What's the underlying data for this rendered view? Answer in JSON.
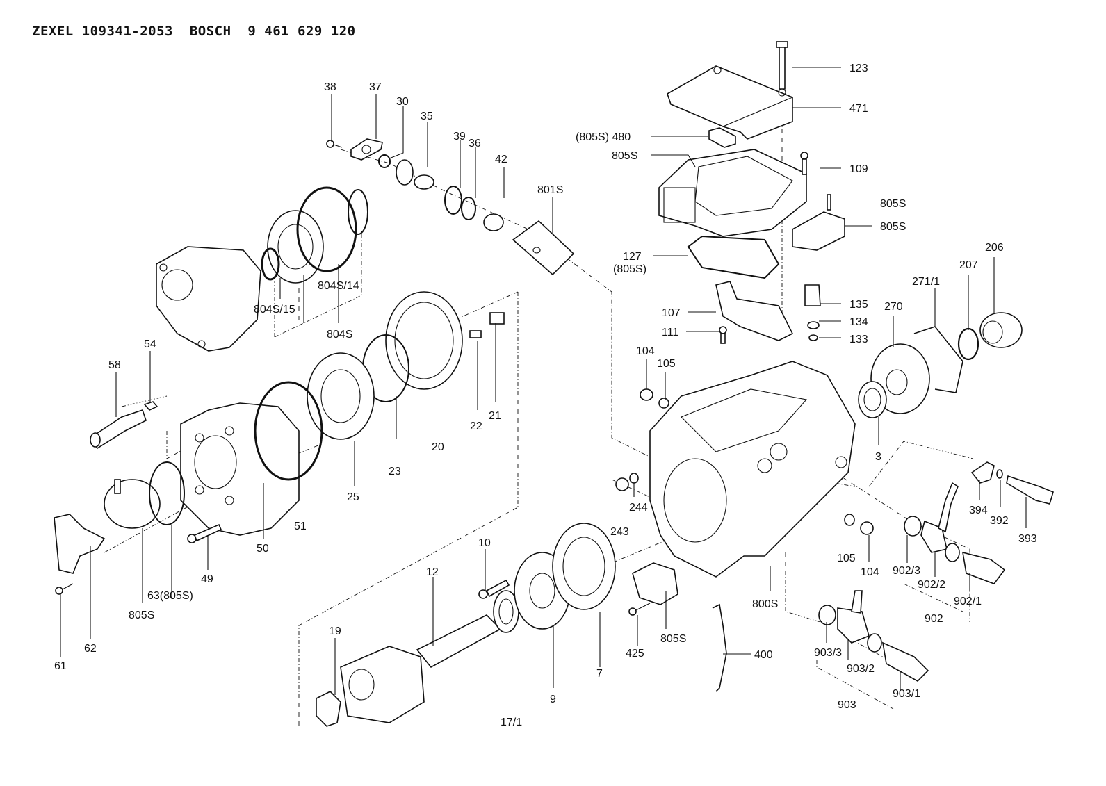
{
  "header": {
    "title": "ZEXEL 109341-2053  BOSCH  9 461 629 120"
  },
  "diagram": {
    "type": "exploded-parts-diagram",
    "subject": "distributor injection pump",
    "labels": [
      {
        "id": "38",
        "text": "38"
      },
      {
        "id": "37",
        "text": "37"
      },
      {
        "id": "30",
        "text": "30"
      },
      {
        "id": "35",
        "text": "35"
      },
      {
        "id": "39",
        "text": "39"
      },
      {
        "id": "36",
        "text": "36"
      },
      {
        "id": "42",
        "text": "42"
      },
      {
        "id": "801S",
        "text": "801S"
      },
      {
        "id": "123",
        "text": "123"
      },
      {
        "id": "471",
        "text": "471"
      },
      {
        "id": "480",
        "text": "(805S) 480"
      },
      {
        "id": "805S_a",
        "text": "805S"
      },
      {
        "id": "109",
        "text": "109"
      },
      {
        "id": "805S_b",
        "text": "805S"
      },
      {
        "id": "805S_c",
        "text": "805S"
      },
      {
        "id": "127",
        "text": "127"
      },
      {
        "id": "127_sub",
        "text": "(805S)"
      },
      {
        "id": "804S/15",
        "text": "804S/15"
      },
      {
        "id": "804S/14",
        "text": "804S/14"
      },
      {
        "id": "804S",
        "text": "804S"
      },
      {
        "id": "107",
        "text": "107"
      },
      {
        "id": "111",
        "text": "111"
      },
      {
        "id": "135",
        "text": "135"
      },
      {
        "id": "134",
        "text": "134"
      },
      {
        "id": "133",
        "text": "133"
      },
      {
        "id": "270",
        "text": "270"
      },
      {
        "id": "271/1",
        "text": "271/1"
      },
      {
        "id": "207",
        "text": "207"
      },
      {
        "id": "206",
        "text": "206"
      },
      {
        "id": "54",
        "text": "54"
      },
      {
        "id": "58",
        "text": "58"
      },
      {
        "id": "104_a",
        "text": "104"
      },
      {
        "id": "105_a",
        "text": "105"
      },
      {
        "id": "22",
        "text": "22"
      },
      {
        "id": "21",
        "text": "21"
      },
      {
        "id": "20",
        "text": "20"
      },
      {
        "id": "23",
        "text": "23"
      },
      {
        "id": "25",
        "text": "25"
      },
      {
        "id": "3",
        "text": "3"
      },
      {
        "id": "244",
        "text": "244"
      },
      {
        "id": "243",
        "text": "243"
      },
      {
        "id": "394",
        "text": "394"
      },
      {
        "id": "392",
        "text": "392"
      },
      {
        "id": "393",
        "text": "393"
      },
      {
        "id": "51",
        "text": "51"
      },
      {
        "id": "50",
        "text": "50"
      },
      {
        "id": "49",
        "text": "49"
      },
      {
        "id": "63",
        "text": "63(805S)"
      },
      {
        "id": "805S_d",
        "text": "805S"
      },
      {
        "id": "62",
        "text": "62"
      },
      {
        "id": "61",
        "text": "61"
      },
      {
        "id": "10",
        "text": "10"
      },
      {
        "id": "12",
        "text": "12"
      },
      {
        "id": "19",
        "text": "19"
      },
      {
        "id": "9",
        "text": "9"
      },
      {
        "id": "7",
        "text": "7"
      },
      {
        "id": "17/1",
        "text": "17/1"
      },
      {
        "id": "425",
        "text": "425"
      },
      {
        "id": "805S_e",
        "text": "805S"
      },
      {
        "id": "800S",
        "text": "800S"
      },
      {
        "id": "400",
        "text": "400"
      },
      {
        "id": "105_b",
        "text": "105"
      },
      {
        "id": "104_b",
        "text": "104"
      },
      {
        "id": "902/3",
        "text": "902/3"
      },
      {
        "id": "902/2",
        "text": "902/2"
      },
      {
        "id": "902/1",
        "text": "902/1"
      },
      {
        "id": "902",
        "text": "902"
      },
      {
        "id": "903/3",
        "text": "903/3"
      },
      {
        "id": "903/2",
        "text": "903/2"
      },
      {
        "id": "903/1",
        "text": "903/1"
      },
      {
        "id": "903",
        "text": "903"
      }
    ]
  }
}
